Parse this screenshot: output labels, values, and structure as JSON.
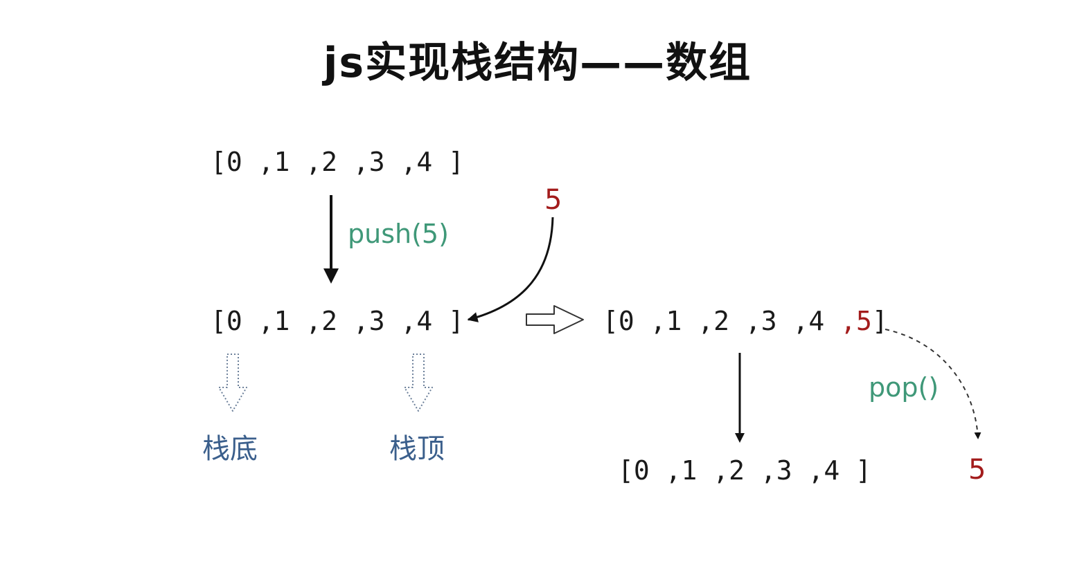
{
  "title": "js实现栈结构——数组",
  "arrays": {
    "initial": "[0 ,1 ,2 ,3 ,4 ]",
    "before_push": "[0 ,1 ,2 ,3 ,4 ]",
    "after_push_prefix": "[0 ,1 ,2 ,3 ,4 ",
    "after_push_new": ",5",
    "after_push_close": "]",
    "after_pop": "[0 ,1 ,2 ,3 ,4 ]"
  },
  "operations": {
    "push": "push(5)",
    "pop": "pop()"
  },
  "values": {
    "pushed": "5",
    "popped": "5"
  },
  "labels": {
    "bottom": "栈底",
    "top": "栈顶"
  },
  "colors": {
    "accent_red": "#a31c1c",
    "op_green": "#3f9878",
    "label_blue": "#3b5f8c"
  }
}
